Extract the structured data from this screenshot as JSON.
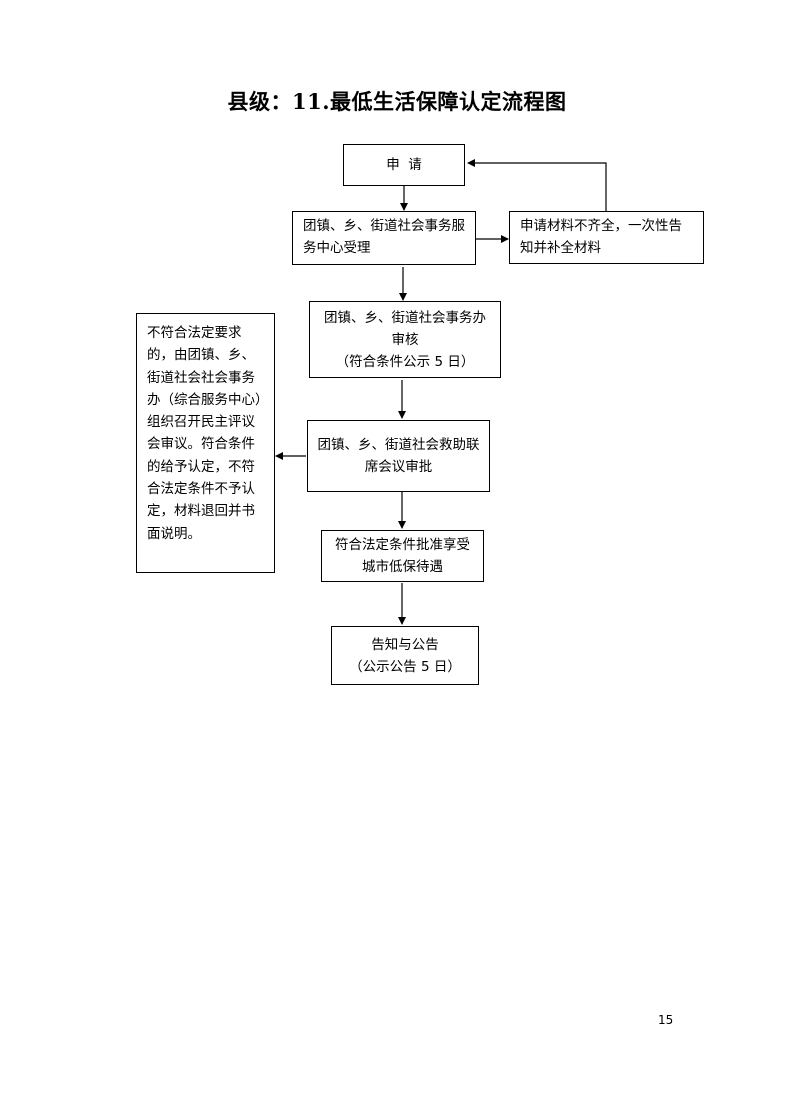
{
  "title": "县级：11.最低生活保障认定流程图",
  "nodes": {
    "apply": "申  请",
    "accept": "团镇、乡、街道社会事务服务中心受理",
    "incomplete": "申请材料不齐全，一次性告知并补全材料",
    "review": {
      "line1": "团镇、乡、街道社会事务办",
      "line2": "审核",
      "line3": "（符合条件公示 5 日）"
    },
    "approve": "团镇、乡、街道社会救助联席会议审批",
    "reject": "不符合法定要求的，由团镇、乡、街道社会社会事务办（综合服务中心）组织召开民主评议会审议。符合条件的给予认定，不符合法定条件不予认定，材料退回并书面说明。",
    "grant": "符合法定条件批准享受城市低保待遇",
    "notice": {
      "line1": "告知与公告",
      "line2": "（公示公告 5 日）"
    }
  },
  "page_number": "15"
}
